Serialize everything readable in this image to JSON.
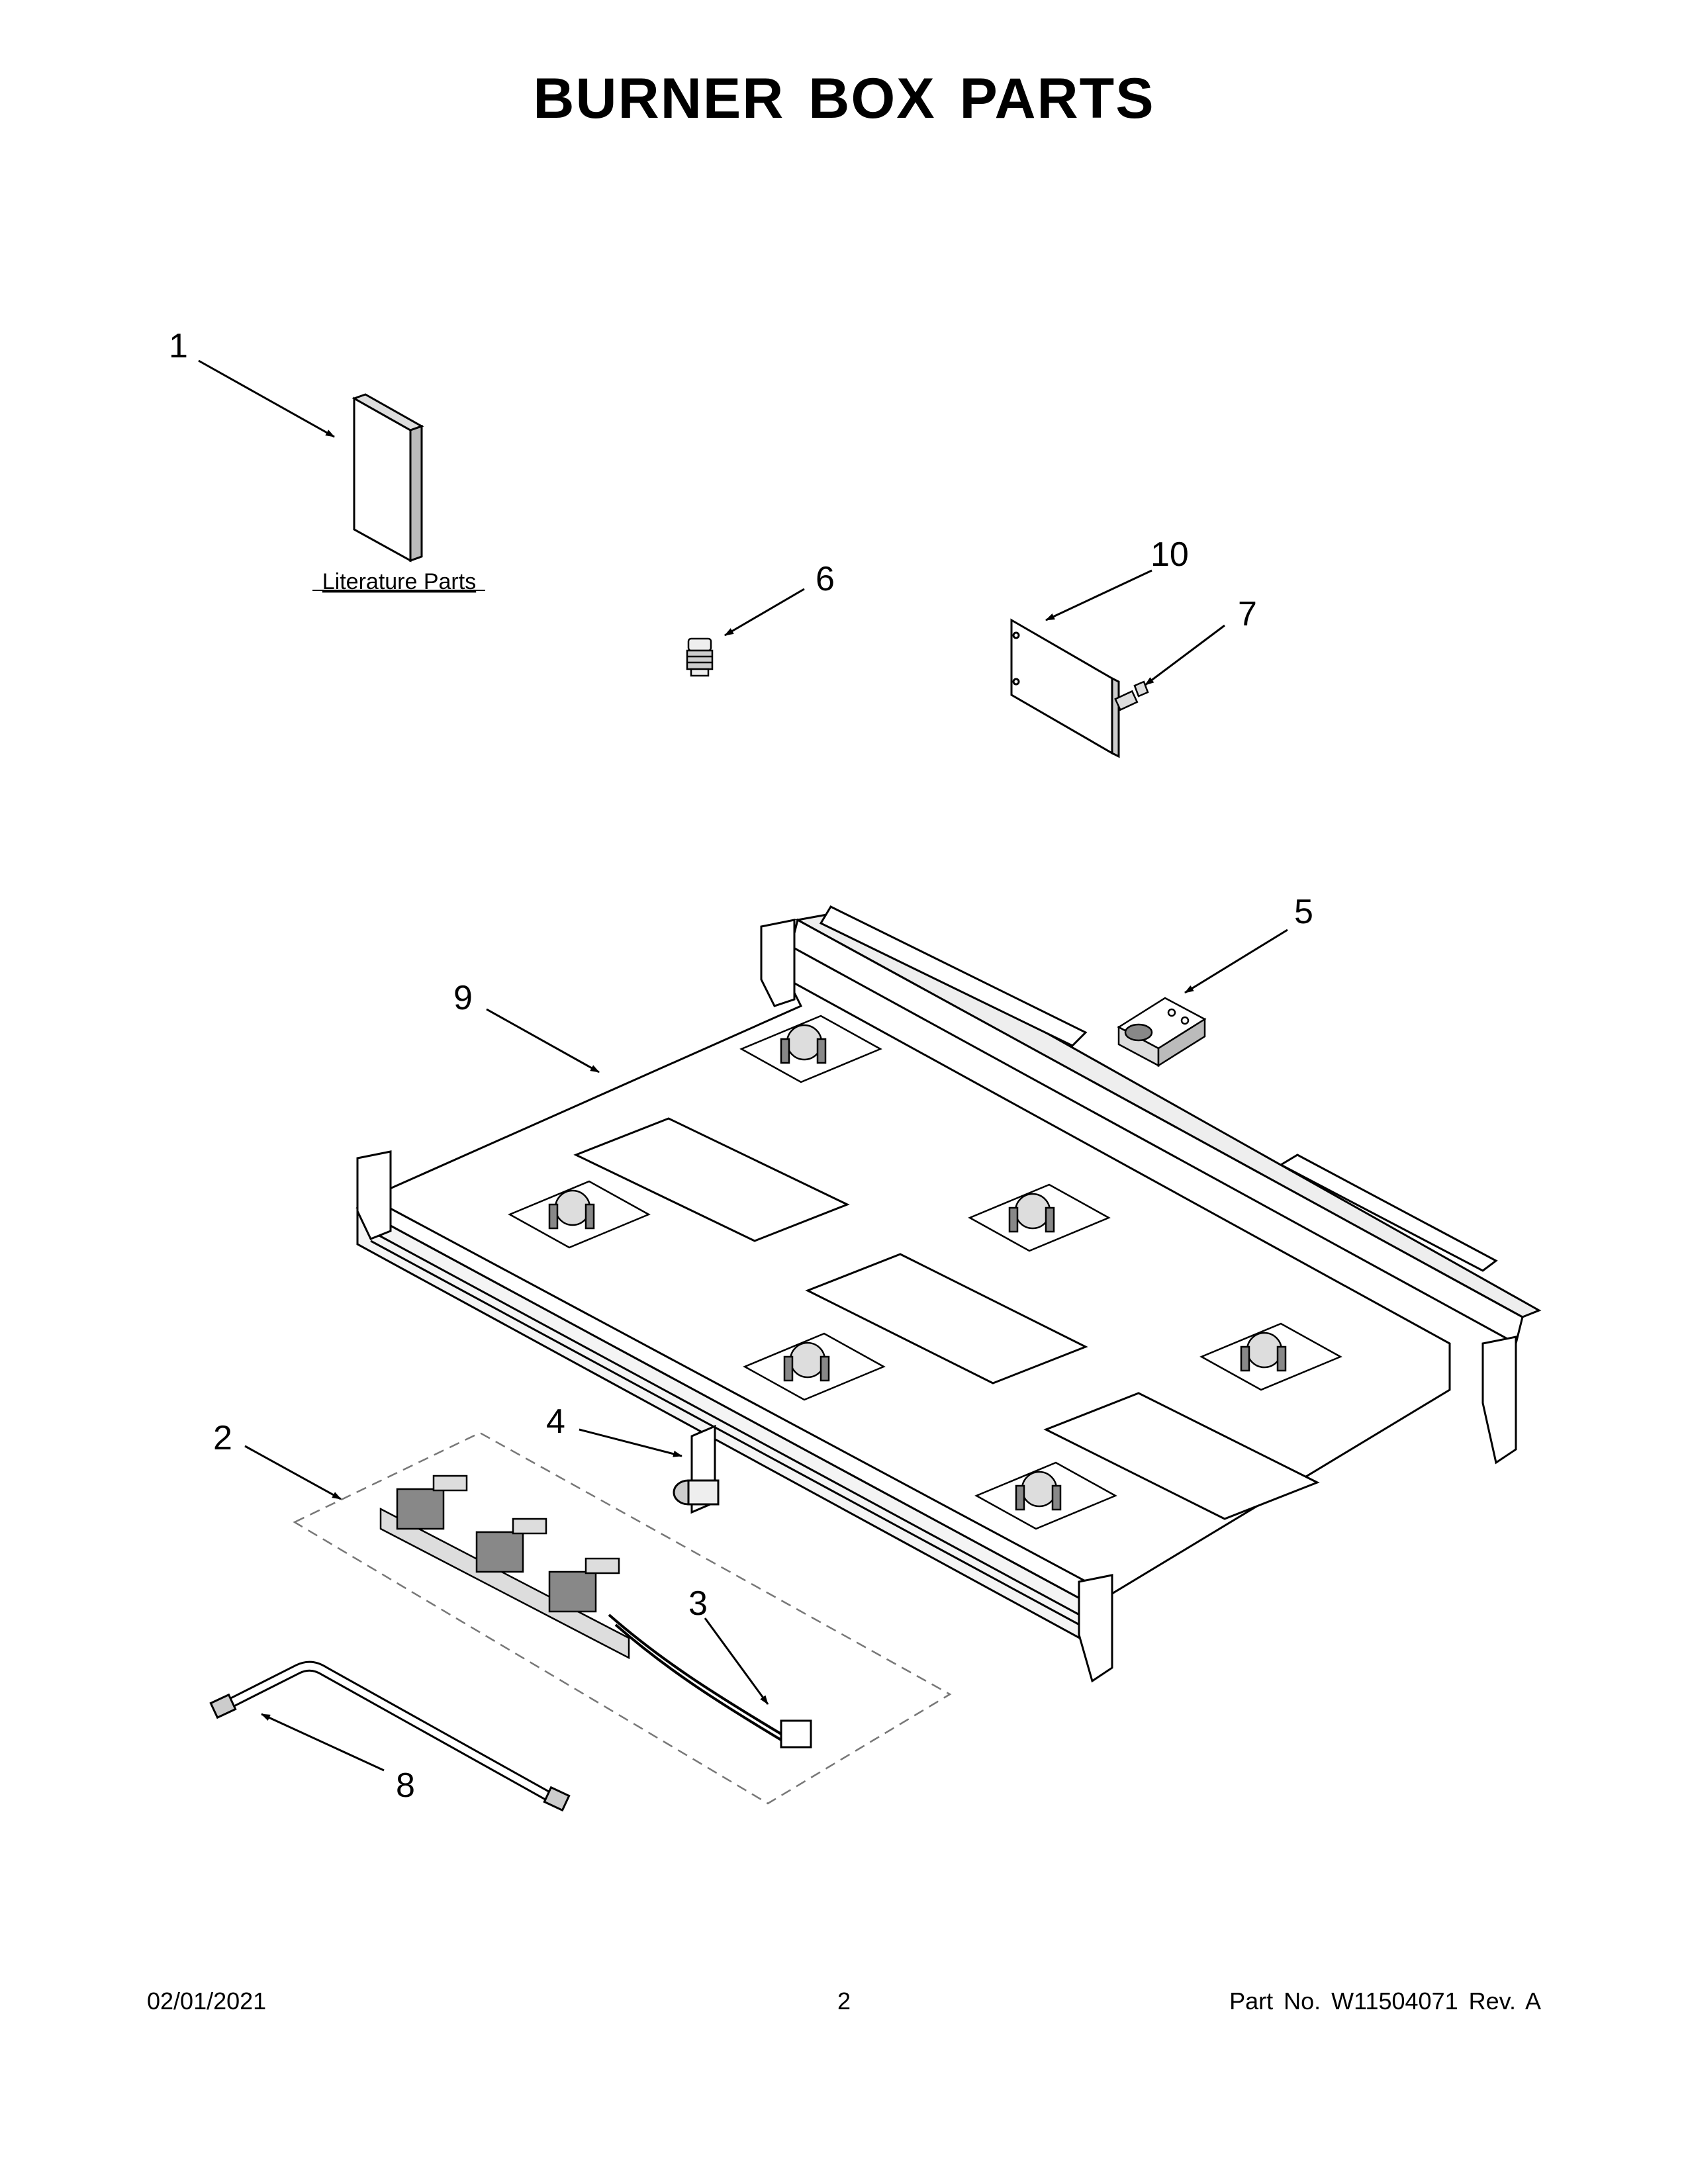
{
  "title": "BURNER BOX PARTS",
  "literature_label": "Literature Parts",
  "callouts": {
    "c1": "1",
    "c2": "2",
    "c3": "3",
    "c4": "4",
    "c5": "5",
    "c6": "6",
    "c7": "7",
    "c8": "8",
    "c9": "9",
    "c10": "10"
  },
  "footer": {
    "date": "02/01/2021",
    "page": "2",
    "part_no": "Part No.  W11504071  Rev.  A"
  }
}
